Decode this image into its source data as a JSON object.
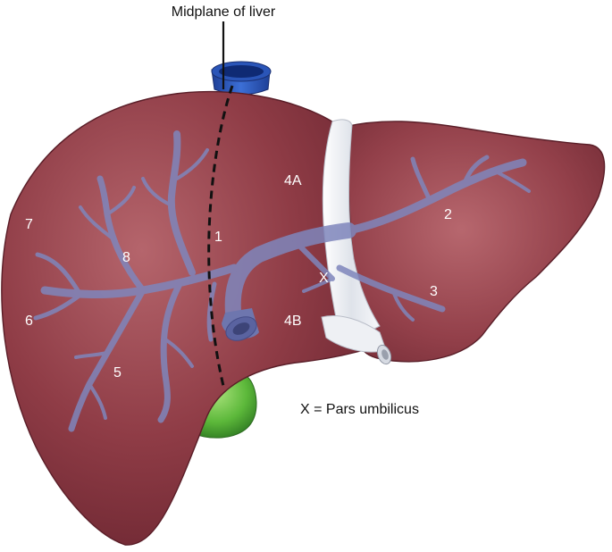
{
  "title": "Midplane of liver",
  "legend": "X = Pars umbilicus",
  "segments": {
    "s1": "1",
    "s2": "2",
    "s3": "3",
    "s4a": "4A",
    "s4b": "4B",
    "s5": "5",
    "s6": "6",
    "s7": "7",
    "s8": "8",
    "x": "X"
  },
  "colors": {
    "liver": "#8e3a44",
    "liver_dark": "#6d2630",
    "vein": "#7d83b8",
    "vena_cava": "#2f5cc4",
    "gallbladder": "#5cb83a",
    "ligament": "#e6e8ee"
  }
}
